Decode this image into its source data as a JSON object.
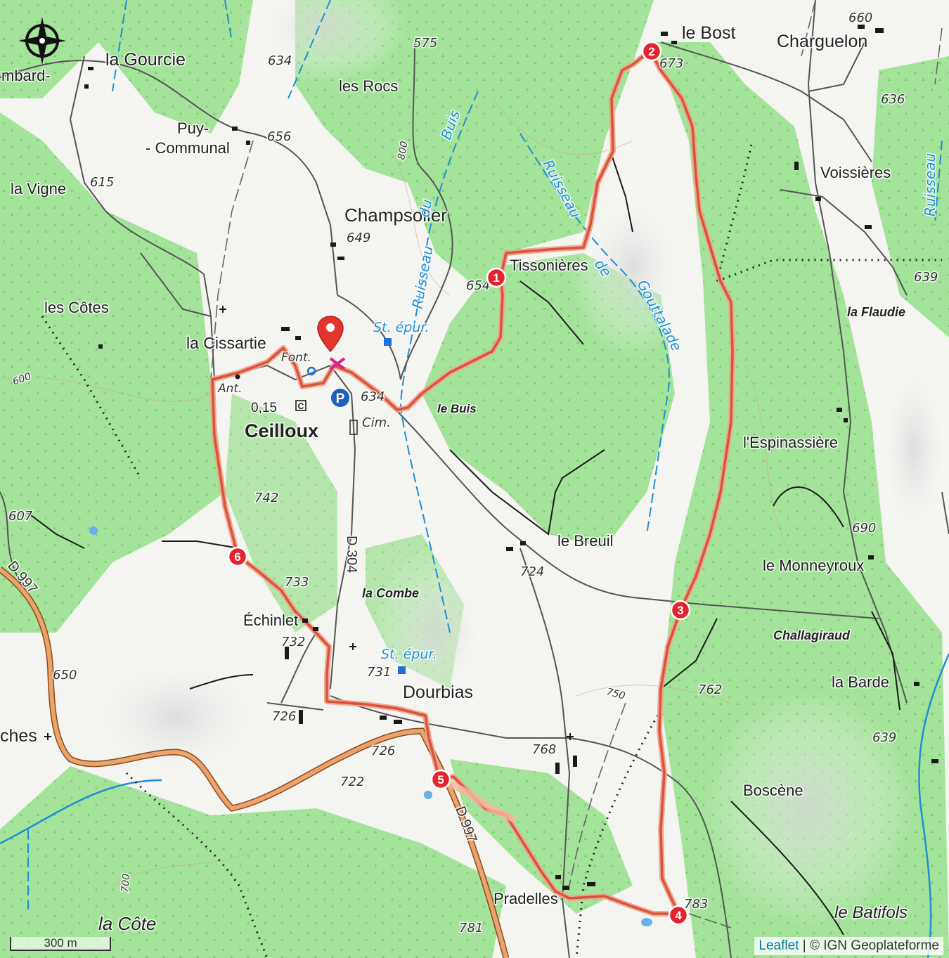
{
  "attribution": {
    "leaflet": "Leaflet",
    "separator": " | ",
    "provider": "© IGN Geoplateforme"
  },
  "scale_label": "300 m",
  "waypoint_labels": [
    "1",
    "2",
    "3",
    "4",
    "5",
    "6"
  ],
  "places": [
    {
      "id": "la-gourcie",
      "text": "la Gourcie"
    },
    {
      "id": "mbard",
      "text": "mbard-"
    },
    {
      "id": "puy",
      "text": "Puy-"
    },
    {
      "id": "communal",
      "text": "- Communal"
    },
    {
      "id": "les-rocs",
      "text": "les Rocs"
    },
    {
      "id": "le-bost",
      "text": "le Bost"
    },
    {
      "id": "charguelon",
      "text": "Charguelon"
    },
    {
      "id": "voissieres",
      "text": "Voissières"
    },
    {
      "id": "la-vigne",
      "text": "la Vigne"
    },
    {
      "id": "champsolier",
      "text": "Champsolier"
    },
    {
      "id": "tissonieres",
      "text": "Tissonières"
    },
    {
      "id": "les-cotes",
      "text": "les Côtes"
    },
    {
      "id": "la-cissartie",
      "text": "la Cissartie"
    },
    {
      "id": "ceilloux",
      "text": "Ceilloux"
    },
    {
      "id": "le-buis",
      "text": "le Buis"
    },
    {
      "id": "l-espinassiere",
      "text": "l'Espinassière"
    },
    {
      "id": "la-flaudie",
      "text": "la Flaudie"
    },
    {
      "id": "le-breuil",
      "text": "le Breuil"
    },
    {
      "id": "le-monneyroux",
      "text": "le Monneyroux"
    },
    {
      "id": "echinlet",
      "text": "Échinlet"
    },
    {
      "id": "la-combe",
      "text": "la Combe"
    },
    {
      "id": "challagiraud",
      "text": "Challagiraud"
    },
    {
      "id": "la-barde",
      "text": "la Barde"
    },
    {
      "id": "dourbias",
      "text": "Dourbias"
    },
    {
      "id": "ches",
      "text": "ches"
    },
    {
      "id": "boscene",
      "text": "Boscène"
    },
    {
      "id": "pradelles",
      "text": "Pradelles"
    },
    {
      "id": "la-cote",
      "text": "la Côte"
    },
    {
      "id": "le-batifols",
      "text": "le Batifols"
    }
  ],
  "elevations": [
    "575",
    "634",
    "656",
    "615",
    "649",
    "654",
    "673",
    "660",
    "636",
    "639",
    "634",
    "742",
    "607",
    "733",
    "724",
    "690",
    "732",
    "731",
    "762",
    "650",
    "726",
    "726",
    "768",
    "722",
    "639",
    "783",
    "781"
  ],
  "water_labels": [
    "Ruisseau",
    "du",
    "Buis",
    "Ruisseau",
    "de",
    "Gouttalade",
    "Ruisseau",
    "St. épur.",
    "St. épur."
  ],
  "map_labels": [
    "Cim.",
    "Ant.",
    "Font.",
    "0,15",
    "C",
    "P"
  ],
  "contour_labels": [
    "800",
    "600",
    "750",
    "700"
  ],
  "road_labels": [
    "D 997",
    "D 304",
    "D 997"
  ],
  "colors": {
    "forest": "#a4e39a",
    "route": "#e8715a",
    "route_casing": "#f0a38a",
    "marker": "#e5232e",
    "water": "#1f8fd6",
    "road_main": "#e58a4f",
    "parking": "#1f5fb8"
  }
}
